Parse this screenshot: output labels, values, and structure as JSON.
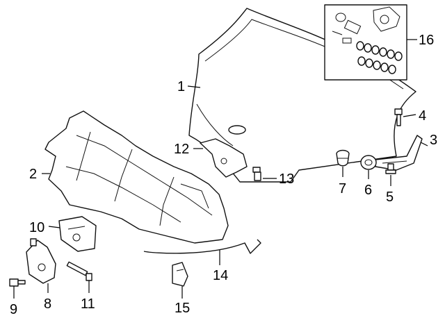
{
  "callouts": {
    "c1": "1",
    "c2": "2",
    "c3": "3",
    "c4": "4",
    "c5": "5",
    "c6": "6",
    "c7": "7",
    "c8": "8",
    "c9": "9",
    "c10": "10",
    "c11": "11",
    "c12": "12",
    "c13": "13",
    "c14": "14",
    "c15": "15",
    "c16": "16"
  },
  "colors": {
    "line": "#111111",
    "background": "#ffffff"
  }
}
